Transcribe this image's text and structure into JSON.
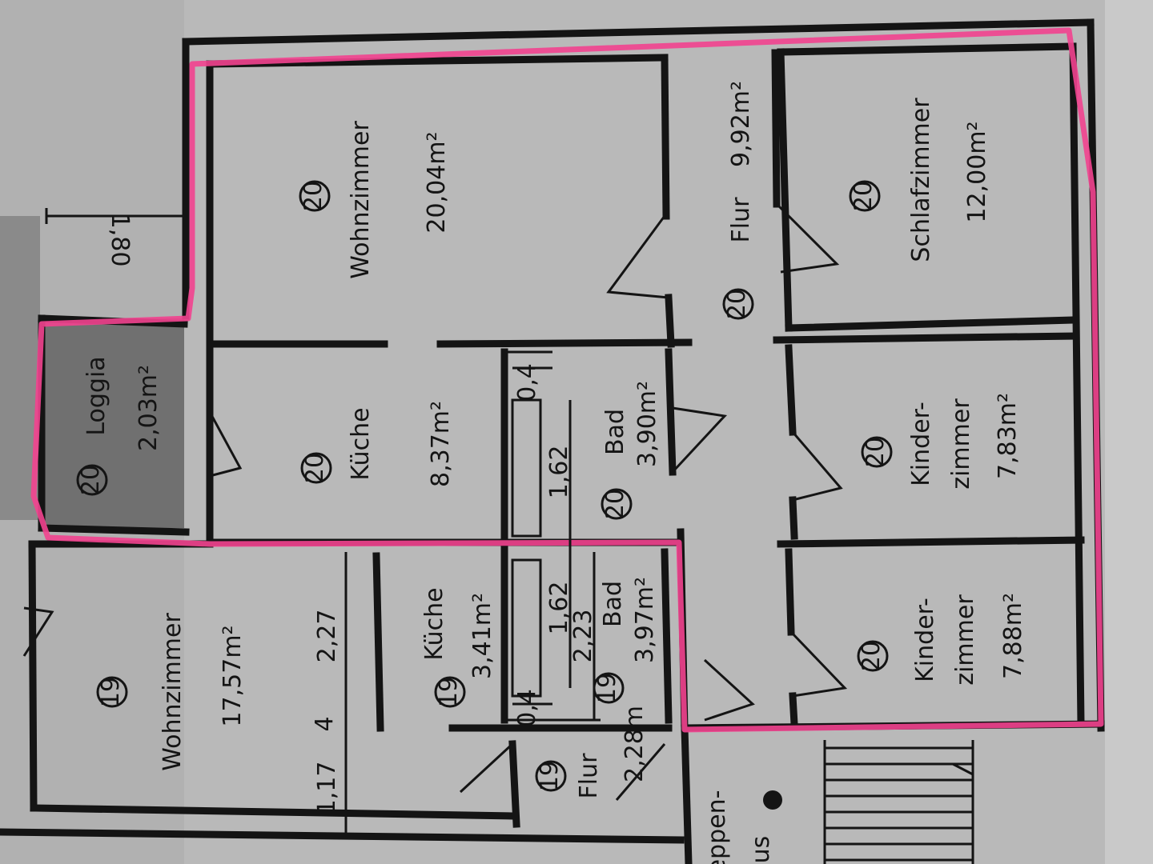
{
  "colors": {
    "paper": "#b9b9b9",
    "ink": "#141414",
    "highlight": "#f2438f"
  },
  "rooms": [
    {
      "id": "wohnzimmer-20",
      "unit": "20",
      "name": "Wohnzimmer",
      "area": "20,04m²"
    },
    {
      "id": "flur-20",
      "unit": "20",
      "name": "Flur",
      "area": "9,92m²"
    },
    {
      "id": "schlafzimmer-20",
      "unit": "20",
      "name": "Schlafzimmer",
      "area": "12,00m²"
    },
    {
      "id": "loggia-20",
      "unit": "20",
      "name": "Loggia",
      "area": "2,03m²"
    },
    {
      "id": "kueche-20",
      "unit": "20",
      "name": "Küche",
      "area": "8,37m²"
    },
    {
      "id": "bad-20",
      "unit": "20",
      "name": "Bad",
      "area": "3,90m²"
    },
    {
      "id": "kinderzimmer-20a",
      "unit": "20",
      "name": "Kinder-",
      "name2": "zimmer",
      "area": "7,83m²"
    },
    {
      "id": "kinderzimmer-20b",
      "unit": "20",
      "name": "Kinder-",
      "name2": "zimmer",
      "area": "7,88m²"
    },
    {
      "id": "wohnzimmer-19",
      "unit": "19",
      "name": "Wohnzimmer",
      "area": "17,57m²"
    },
    {
      "id": "kueche-19",
      "unit": "19",
      "name": "Küche",
      "area": "3,41m²"
    },
    {
      "id": "bad-19",
      "unit": "19",
      "name": "Bad",
      "area": "3,97m²"
    },
    {
      "id": "flur-19",
      "unit": "19",
      "name": "Flur",
      "area": "2,28m"
    }
  ],
  "dimensions": {
    "loggia_depth": "1,80",
    "bad20_width": "1,62",
    "bad20_gap": "0,4",
    "bad19_width": "1,62",
    "bad19_len": "2,23",
    "bad19_gap": "0,4",
    "wz19_a": "2,27",
    "wz19_b": "4",
    "wz19_c": "1,17"
  },
  "stairs": {
    "label_a": "eppen-",
    "label_b": "us"
  }
}
